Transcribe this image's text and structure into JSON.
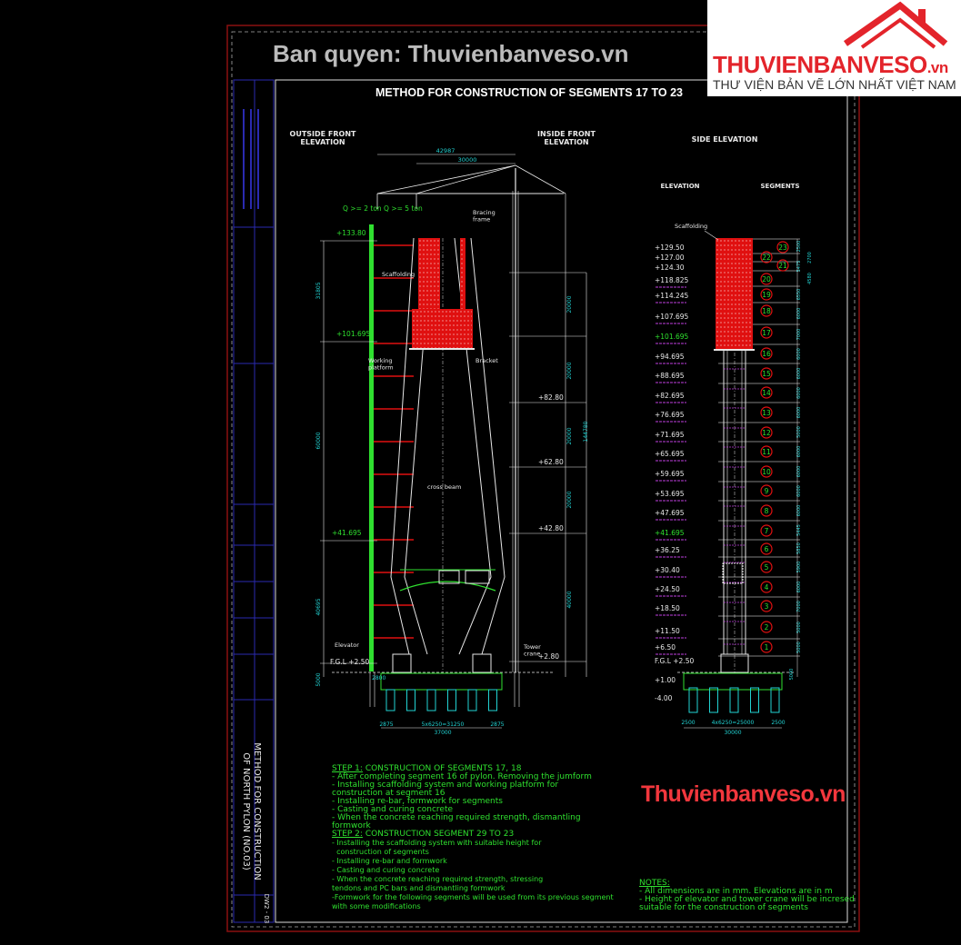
{
  "title": "METHOD FOR CONSTRUCTION OF SEGMENTS 17 TO 23",
  "views": {
    "outside_front": "OUTSIDE FRONT\nELEVATION",
    "inside_front": "INSIDE FRONT\nELEVATION",
    "side": "SIDE ELEVATION",
    "side_col_elevation": "ELEVATION",
    "side_col_segments": "SEGMENTS"
  },
  "front": {
    "dim_top_1": "42987",
    "dim_top_2": "30000",
    "crane_load": "Q >= 2 ton Q >= 5 ton",
    "lbl_bracing": "Bracing\nframe",
    "lbl_scaffolding": "Scaffolding",
    "lbl_working_platform": "Working\nplatform",
    "lbl_bracket": "Bracket",
    "lbl_cross_beam": "cross beam",
    "lbl_elevator": "Elevator",
    "lbl_tower_crane": "Tower\ncrane",
    "el_133": "+133.80",
    "el_101": "+101.695",
    "el_41": "+41.695",
    "el_fgl": "F.G.L +2.50",
    "el_82": "+82.80",
    "el_62": "+62.80",
    "el_42": "+42.80",
    "el_2": "+2.80",
    "dim_left": [
      "31805",
      "60000",
      "40695",
      "5000"
    ],
    "dim_right": [
      "20000",
      "20000",
      "20000",
      "20000",
      "40000"
    ],
    "dim_total": "144780",
    "dim_pile": "2800",
    "base_dims": [
      "2875",
      "5x6250=31250",
      "2875"
    ],
    "base_total": "37000"
  },
  "side": {
    "scaffolding": "Scaffolding",
    "levels": [
      "+129.50",
      "+127.00",
      "+124.30",
      "+118.825",
      "+114.245",
      "+107.695",
      "+101.695",
      "+94.695",
      "+88.695",
      "+82.695",
      "+76.695",
      "+71.695",
      "+65.695",
      "+59.695",
      "+53.695",
      "+47.695",
      "+41.695",
      "+36.25",
      "+30.40",
      "+24.50",
      "+18.50",
      "+11.50",
      "+6.50",
      "F.G.L +2.50",
      "+1.00",
      "-4.00"
    ],
    "segments": [
      "23",
      "22",
      "21",
      "20",
      "19",
      "18",
      "17",
      "16",
      "15",
      "14",
      "13",
      "12",
      "11",
      "10",
      "9",
      "8",
      "7",
      "6",
      "5",
      "4",
      "3",
      "2",
      "1"
    ],
    "seg_dims": [
      "2500",
      "2700",
      "5475",
      "4580",
      "6550",
      "6000",
      "7000",
      "6000",
      "6000",
      "6000",
      "6000",
      "5000",
      "6000",
      "6000",
      "6000",
      "6000",
      "5445",
      "5850",
      "5900",
      "6000",
      "7000",
      "5000",
      "5000"
    ],
    "base_dims": [
      "2500",
      "4x6250=25000",
      "2500"
    ],
    "base_total": "30000",
    "footing": "5000"
  },
  "steps": {
    "step1_head": "STEP 1:",
    "step1_title": " CONSTRUCTION OF SEGMENTS 17, 18",
    "step1_lines": "- After completing segment 16 of pylon. Removing the jumform\n- Installing scaffolding system and working platform for\nconstruction at segment 16\n- Installing re-bar, formwork for segments\n- Casting and curing concrete\n- When the concrete reaching required strength, dismantling\nformwork",
    "step2_head": "STEP 2:",
    "step2_title": " CONSTRUCTION SEGMENT 29 TO 23",
    "step2_lines": "- Installing the scaffolding system with suitable height for\n  construction of segments\n- Installing re-bar and formwork\n- Casting and curing concrete\n- When the concrete reaching required strength, stressing\ntendons and PC bars and dismantling formwork\n-Formwork for the following segments will be used from its previous segment\nwith some modifications"
  },
  "notes": {
    "head": "NOTES:",
    "lines": "- All dimensions are in mm. Elevations are in m\n- Height of elevator and tower crane will be incresed\nsuitable for the construction of segments"
  },
  "title_block": {
    "sheet_title": "METHOD FOR CONSTRUCTION\nOF NORTH PYLON (NO.03)",
    "drawing_no": "DW2 - 03"
  },
  "logo": {
    "brand": "THUVIENBANVESO",
    "brand_tld": ".vn",
    "tagline": "THƯ VIỆN BẢN VẼ LỚN NHẤT VIỆT NAM"
  },
  "watermarks": {
    "center": "Thuvienbanveso.vn",
    "bottom": "Ban quyen: Thuvienbanveso.vn"
  },
  "colors": {
    "background": "#000000",
    "frame": "#8b1010",
    "cad_white": "#e8e8e8",
    "cad_green": "#2fe02f",
    "cad_cyan": "#22d3d3",
    "cad_red": "#e01010",
    "cad_magenta": "#c040e0",
    "brand_red": "#e3242b"
  }
}
